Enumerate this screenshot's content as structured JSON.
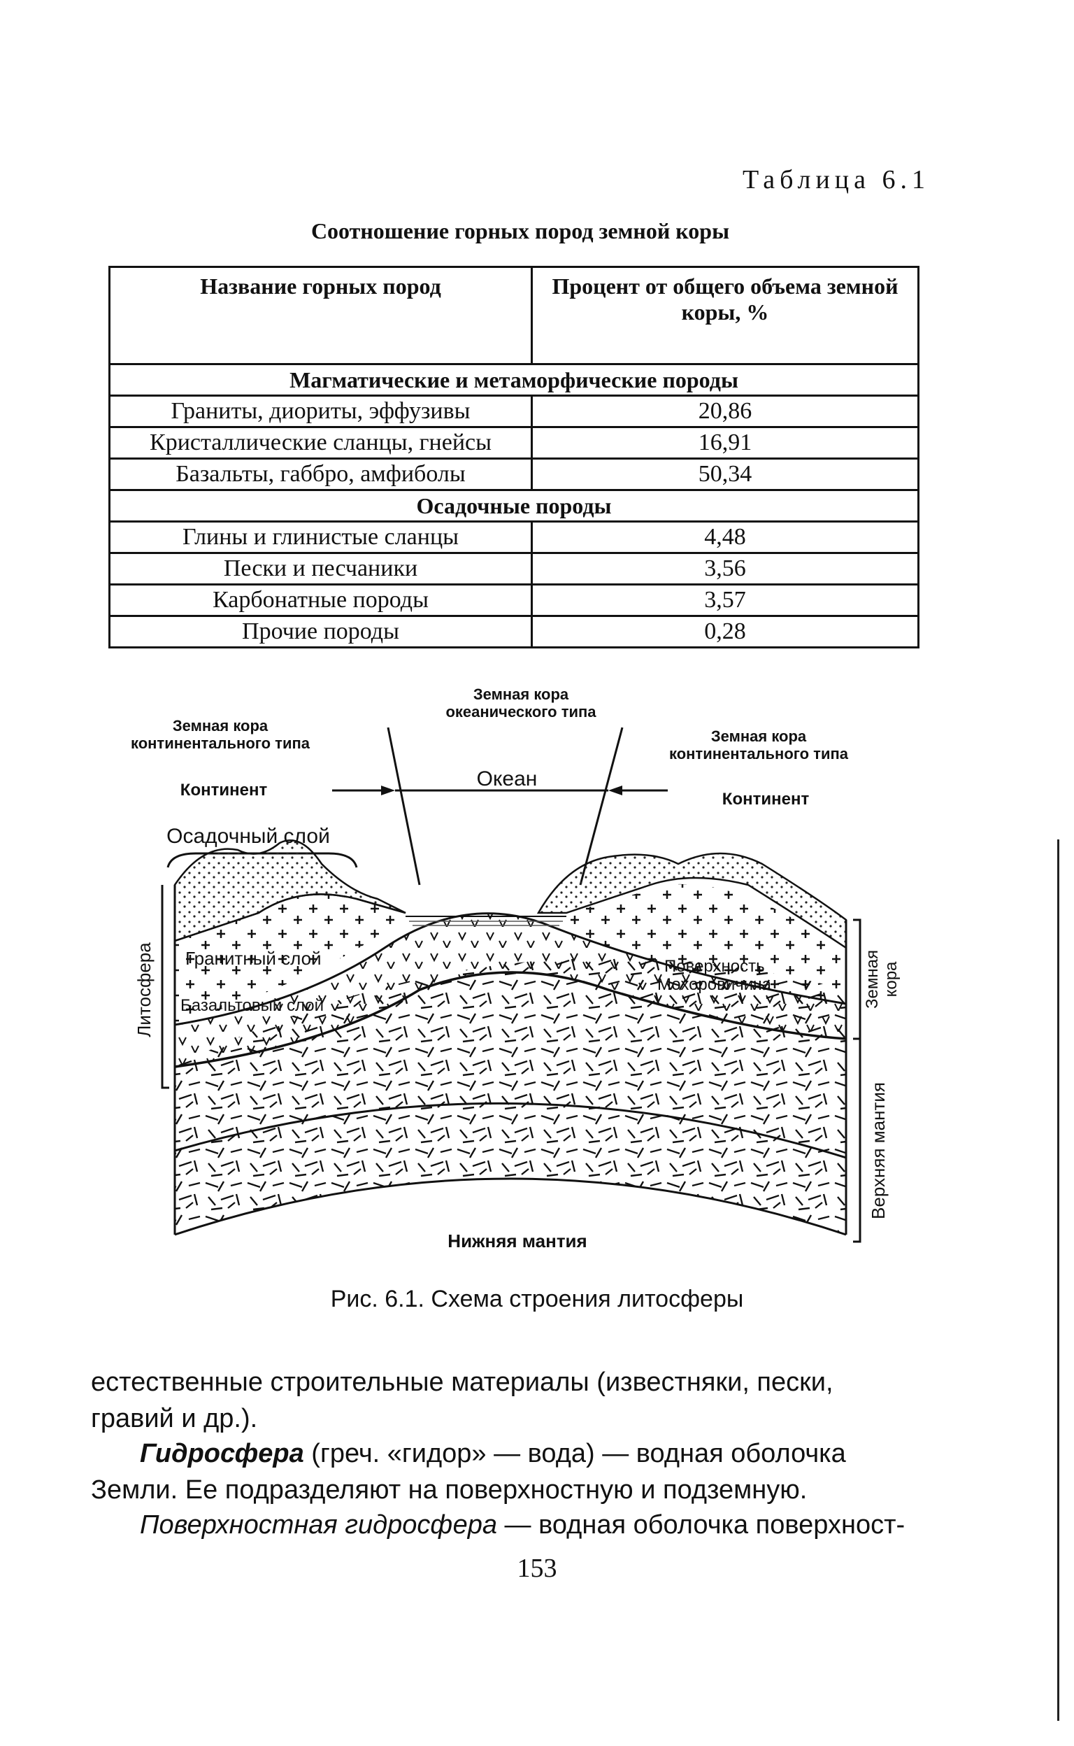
{
  "table_label": "Таблица 6.1",
  "table_caption": "Соотношение горных пород земной коры",
  "table": {
    "headers": [
      "Название горных пород",
      "Процент от общего объема земной коры, %"
    ],
    "groups": [
      {
        "title": "Магматические и метаморфические породы",
        "rows": [
          [
            "Граниты, диориты, эффузивы",
            "20,86"
          ],
          [
            "Кристаллические сланцы, гнейсы",
            "16,91"
          ],
          [
            "Базальты, габбро, амфиболы",
            "50,34"
          ]
        ]
      },
      {
        "title": "Осадочные породы",
        "rows": [
          [
            "Глины и глинистые сланцы",
            "4,48"
          ],
          [
            "Пески и песчаники",
            "3,56"
          ],
          [
            "Карбонатные породы",
            "3,57"
          ],
          [
            "Прочие породы",
            "0,28"
          ]
        ]
      }
    ]
  },
  "figure": {
    "ocean_crust": [
      "Земная кора",
      "океанического типа"
    ],
    "left_crust": [
      "Земная кора",
      "континентального типа"
    ],
    "right_crust": [
      "Земная кора",
      "континентального типа"
    ],
    "ocean": "Океан",
    "continent_left": "Континент",
    "continent_right": "Континент",
    "sediment": "Осадочный слой",
    "granite": "Гранитный слой",
    "basalt": "Базальтовый слой",
    "moho": [
      "Поверхность",
      "Мохоровичича"
    ],
    "lithosphere": "Литосфера",
    "crust": [
      "Земная",
      "кора"
    ],
    "upper_mantle": "Верхняя мантия",
    "lower_mantle": "Нижняя мантия"
  },
  "figure_caption": "Рис. 6.1. Схема строения литосферы",
  "body": {
    "p1": "естественные строительные материалы (известняки, пески, гравий и др.).",
    "p2_term": "Гидросфера",
    "p2_rest": " (греч. «гидор» — вода) — водная оболочка Земли. Ее подразделяют на поверхностную и подземную.",
    "p3_term": "Поверхностная гидросфера",
    "p3_rest": " — водная оболочка поверхност-"
  },
  "page_number": "153"
}
